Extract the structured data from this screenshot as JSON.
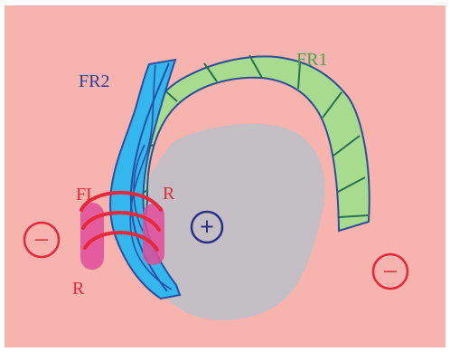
{
  "labels": {
    "fr1": "FR1",
    "fr2": "FR2",
    "fl": "FL",
    "r_top": "R",
    "r_bottom": "R"
  },
  "symbols": {
    "positive_charge": "+",
    "negative_charge": "−"
  },
  "colors": {
    "background": "#f7b3ad",
    "border": "#ffffff",
    "gray_region": "#c3bfc5",
    "fr1_fill": "#a7dc8f",
    "fr1_outline": "#2b4f9a",
    "fr1_label": "#3ea84f",
    "fr2_fill": "#33b7ec",
    "fr2_outline": "#2a4fa3",
    "fr2_label": "#2b3f9c",
    "red": "#e5283c",
    "magenta": "#e14c9a",
    "navy": "#2a2f86"
  }
}
